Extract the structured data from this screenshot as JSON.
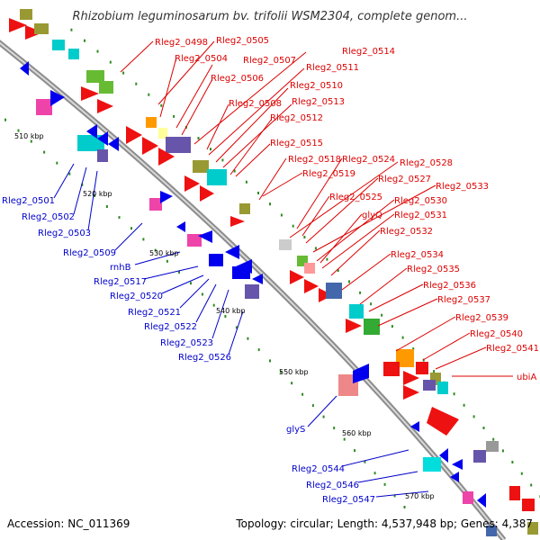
{
  "title": "Rhizobium leguminosarum bv. trifolii WSM2304, complete genom...",
  "footer": {
    "accession": "Accession: NC_011369",
    "summary": "Topology: circular; Length: 4,537,948 bp; Genes: 4,387"
  },
  "colors": {
    "backbone": "#8c8c8c",
    "forward_label": "#dd0000",
    "reverse_label": "#0000cc",
    "tick": "#2e8b22"
  },
  "scale_ticks": [
    "510 kbp",
    "520 kbp",
    "530 kbp",
    "540 kbp",
    "550 kbp",
    "560 kbp",
    "570 kbp"
  ],
  "forward_labels": [
    "Rleg2_0498",
    "Rleg2_0505",
    "Rleg2_0504",
    "Rleg2_0507",
    "Rleg2_0514",
    "Rleg2_0511",
    "Rleg2_0506",
    "Rleg2_0510",
    "Rleg2_0508",
    "Rleg2_0513",
    "Rleg2_0512",
    "Rleg2_0515",
    "Rleg2_0518",
    "Rleg2_0524",
    "Rleg2_0528",
    "Rleg2_0519",
    "Rleg2_0527",
    "Rleg2_0533",
    "Rleg2_0525",
    "Rleg2_0530",
    "glyQ",
    "Rleg2_0531",
    "Rleg2_0532",
    "Rleg2_0534",
    "Rleg2_0535",
    "Rleg2_0536",
    "Rleg2_0537",
    "Rleg2_0539",
    "Rleg2_0540",
    "Rleg2_0541",
    "ubiA"
  ],
  "reverse_labels": [
    "Rleg2_0501",
    "Rleg2_0502",
    "Rleg2_0503",
    "Rleg2_0509",
    "rnhB",
    "Rleg2_0517",
    "Rleg2_0520",
    "Rleg2_0521",
    "Rleg2_0522",
    "Rleg2_0523",
    "Rleg2_0526",
    "glyS",
    "Rleg2_0544",
    "Rleg2_0546",
    "Rleg2_0547"
  ]
}
